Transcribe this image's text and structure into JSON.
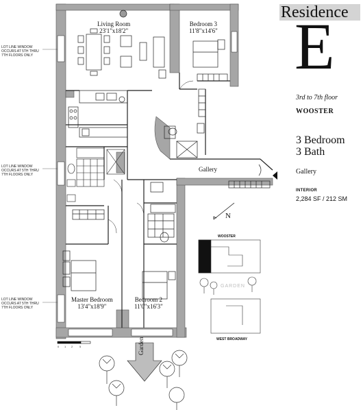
{
  "title": {
    "word": "Residence",
    "letter": "E"
  },
  "floors": "3rd to 7th floor",
  "building": "WOOSTER",
  "bedrooms": "3 Bedroom",
  "baths": "3 Bath",
  "feature": "Gallery",
  "interior": {
    "label": "INTERIOR",
    "value": "2,284 SF / 212 SM"
  },
  "rooms": {
    "living_name": "Living Room",
    "living_dims": "23'1\"x18'2\"",
    "bed3_name": "Bedroom 3",
    "bed3_dims": "11'8\"x14'6\"",
    "gallery": "Gallery",
    "master_name": "Master Bedroom",
    "master_dims": "13'4\"x18'9\"",
    "bed2_name": "Bedroom 2",
    "bed2_dims": "11'0\"x16'3\""
  },
  "notes": {
    "lot_line_1": [
      "LOT LINE WINDOW",
      "OCCURS AT 5TH THRU",
      "7TH FLOORS ONLY"
    ],
    "lot_line_2": [
      "LOT LINE WINDOW",
      "OCCURS AT 5TH THRU",
      "7TH FLOORS ONLY"
    ],
    "lot_line_3": [
      "LOT LINE WINDOW",
      "OCCURS AT 5TH THRU",
      "7TH FLOORS ONLY"
    ]
  },
  "keyplan": {
    "top_street": "WOOSTER",
    "garden": "GARDEN",
    "bottom_street": "WEST BROADWAY"
  },
  "north_label": "N",
  "garden_label": "Garden",
  "scale_ticks": [
    "0",
    "1",
    "2",
    "5"
  ],
  "colors": {
    "wall": "#a6a6a6",
    "title_band": "#d4d4d4",
    "line": "#222222"
  }
}
